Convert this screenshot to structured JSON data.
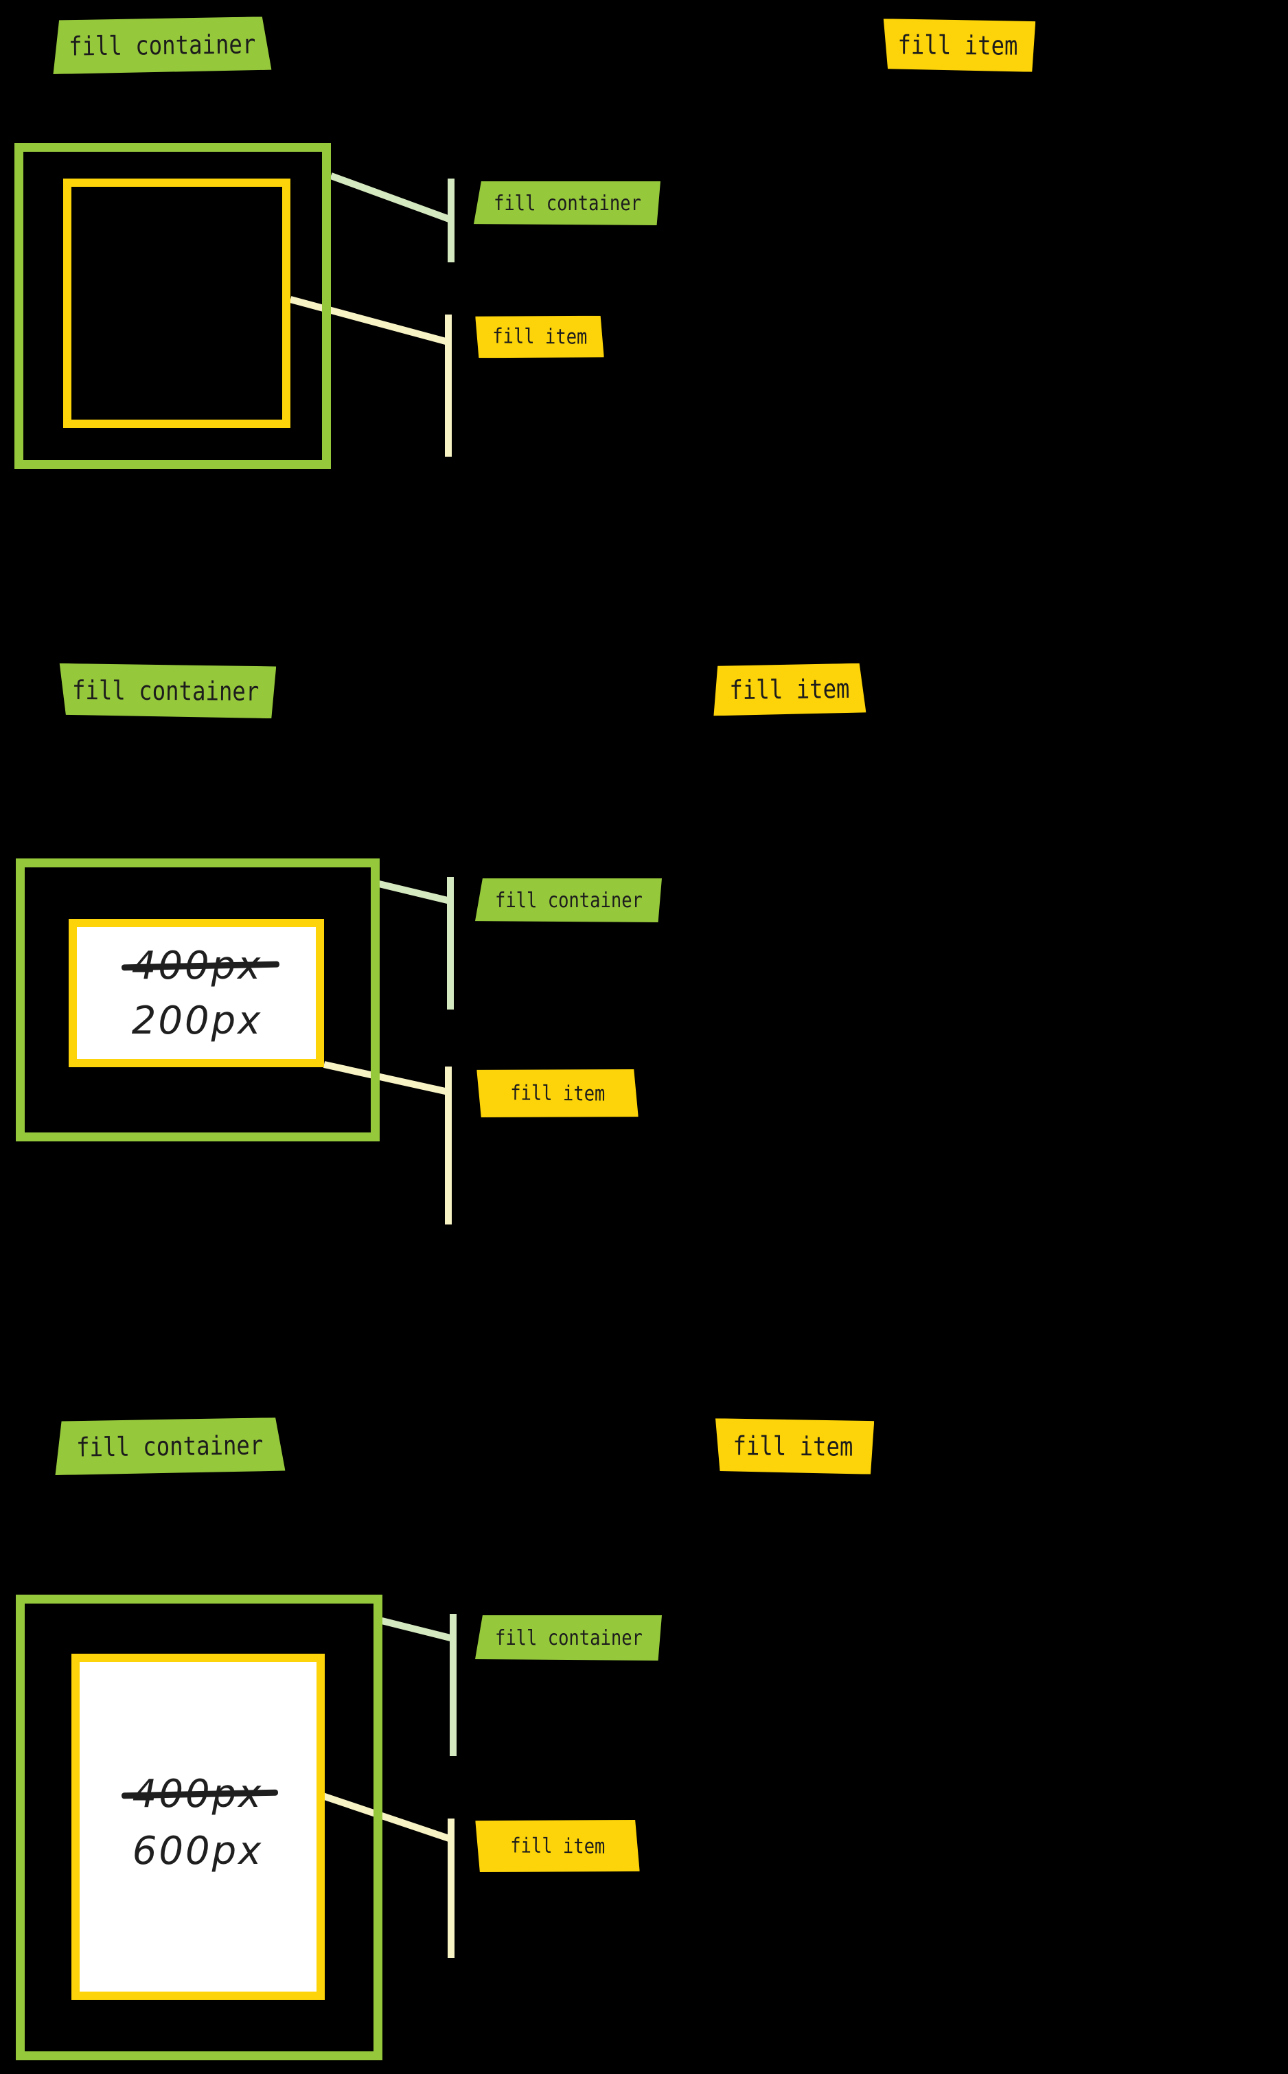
{
  "slide": {
    "background": "#000000"
  },
  "colors": {
    "green": "#96c83c",
    "yellow": "#fdd409",
    "pale_green": "#d5e9c0",
    "pale_yellow": "#f8f3c5",
    "sticker_text": "#1c1c1c",
    "hand_ink": "#1f1f1f",
    "white_fill": "#ffffff",
    "bg": "#000000"
  },
  "sections": [
    {
      "header_container_label": "fill container",
      "header_item_label": "fill item",
      "callout_container_label": "fill container",
      "callout_item_label": "fill item"
    },
    {
      "header_container_label": "fill container",
      "header_item_label": "fill item",
      "callout_container_label": "fill container",
      "callout_item_label": "fill item",
      "item_width_old": "400px",
      "item_width_new": "200px"
    },
    {
      "header_container_label": "fill container",
      "header_item_label": "fill item",
      "callout_container_label": "fill container",
      "callout_item_label": "fill item",
      "item_width_old": "400px",
      "item_width_new": "600px"
    }
  ]
}
